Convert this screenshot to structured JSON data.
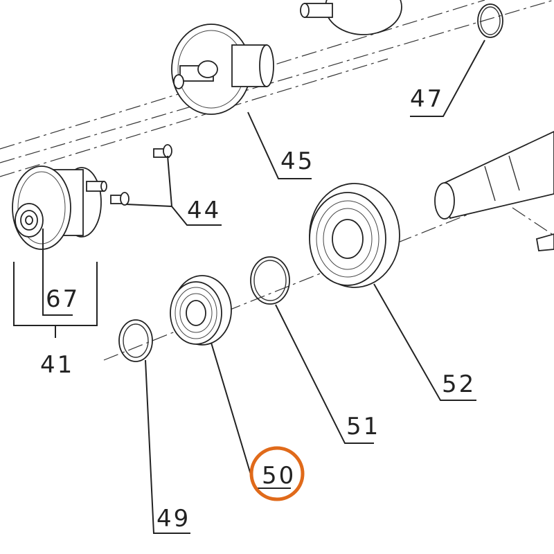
{
  "diagram": {
    "highlight_color": "#e06a1a",
    "line_color": "#222222",
    "labels": {
      "p41": "41",
      "p44": "44",
      "p45": "45",
      "p47": "47",
      "p49": "49",
      "p50": "50",
      "p51": "51",
      "p52": "52",
      "p67": "67"
    },
    "highlighted_part": "50"
  }
}
